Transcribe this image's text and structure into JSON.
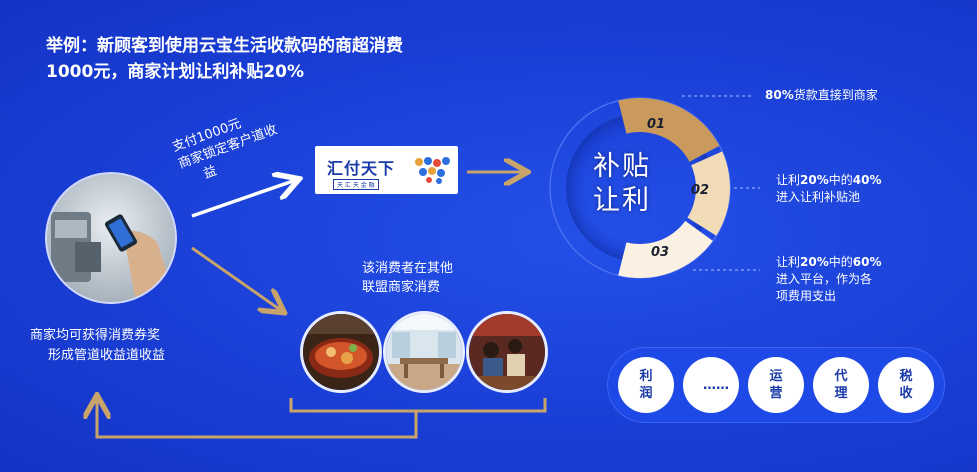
{
  "title": {
    "line1": "举例：新顾客到使用云宝生活收款码的商超消费",
    "line2": "1000元，商家计划让利补贴20%"
  },
  "payment_note": {
    "line1": "支付1000元",
    "line2": "商家锁定客户道收",
    "line3": "益"
  },
  "logo": {
    "name": "汇付天下",
    "tagline": "天 汇 天 金 融"
  },
  "consumer_note": {
    "line1": "该消费者在其他",
    "line2": "联盟商家消费"
  },
  "merchant_note": {
    "line1": "商家均可获得消费券奖",
    "line2": "形成管道收益道收益"
  },
  "center": {
    "line1": "补贴",
    "line2": "让利"
  },
  "segments": [
    {
      "label": "01",
      "color": "#c99a5b"
    },
    {
      "label": "02",
      "color": "#f2dcb8"
    },
    {
      "label": "03",
      "color": "#fbf1e2"
    }
  ],
  "legend": [
    {
      "bold1": "80%",
      "text1": "货款直接到商家"
    },
    {
      "text1": "让利",
      "bold1": "20%",
      "text2": "中的",
      "bold2": "40%",
      "line2": "进入让利补贴池"
    },
    {
      "text1": "让利",
      "bold1": "20%",
      "text2": "中的",
      "bold2": "60%",
      "line2": "进入平台，作为各",
      "line3": "项费用支出"
    }
  ],
  "expense_dots": [
    {
      "label": "利润"
    },
    {
      "label": "……"
    },
    {
      "label": "运营"
    },
    {
      "label": "代理"
    },
    {
      "label": "税收"
    }
  ],
  "colors": {
    "background": "#1a3fd6",
    "arrow": "#c9a46a",
    "gold": "#c99a5b"
  }
}
